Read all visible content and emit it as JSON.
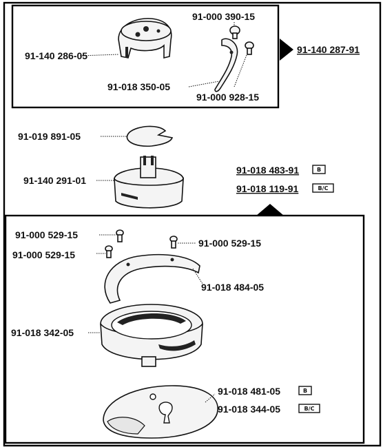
{
  "top_group": {
    "cover_label": "91-140 286-05",
    "screw_top_label": "91-000 390-15",
    "spring_label": "91-018 350-05",
    "screw_bottom_label": "91-000 928-15",
    "assembly_label": "91-140 287-91"
  },
  "middle": {
    "spring_clip_label": "91-019 891-05",
    "hook_body_label": "91-140 291-01",
    "assembly_b_label": "91-018 483-91",
    "assembly_b_tag": "B",
    "assembly_bc_label": "91-018 119-91",
    "assembly_bc_tag": "B/C"
  },
  "bottom_group": {
    "screw_left_1_label": "91-000 529-15",
    "screw_left_2_label": "91-000 529-15",
    "screw_right_label": "91-000 529-15",
    "ring_label": "91-018 484-05",
    "race_label": "91-018 342-05",
    "plate_b_label": "91-018 481-05",
    "plate_b_tag": "B",
    "plate_bc_label": "91-018 344-05",
    "plate_bc_tag": "B/C"
  }
}
